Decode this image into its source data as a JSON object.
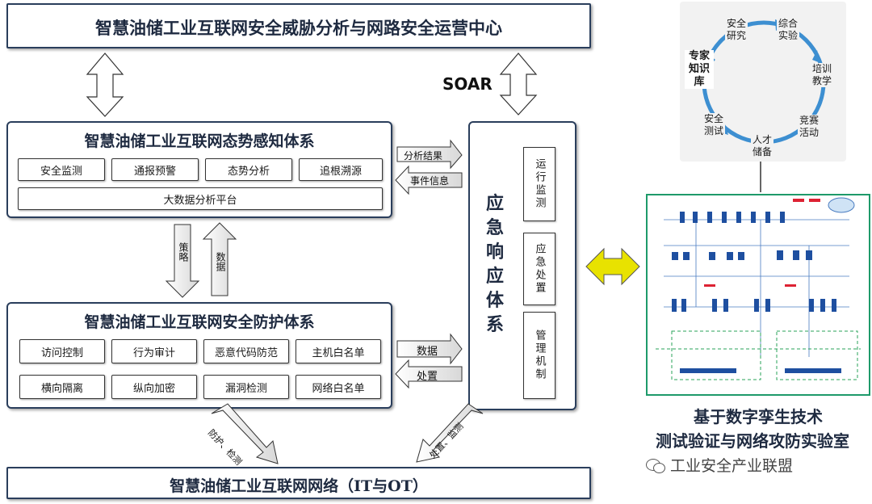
{
  "soc_title": "智慧油储工业互联网安全威胁分析与网路安全运营中心",
  "soar_label": "SOAR",
  "awareness": {
    "title": "智慧油储工业互联网态势感知体系",
    "items": [
      "安全监测",
      "通报预警",
      "态势分析",
      "追根溯源"
    ],
    "platform": "大数据分析平台"
  },
  "protection": {
    "title": "智慧油储工业互联网安全防护体系",
    "row1": [
      "访问控制",
      "行为审计",
      "恶意代码防范",
      "主机白名单"
    ],
    "row2": [
      "横向隔离",
      "纵向加密",
      "漏洞检测",
      "网络白名单"
    ]
  },
  "network_title": "智慧油储工业互联网网络（IT与OT）",
  "response": {
    "title": "应急响应体系",
    "items": [
      "运行监测",
      "应急处置",
      "管理机制"
    ]
  },
  "arrows": {
    "analysis_result": "分析结果",
    "event_info": "事件信息",
    "data": "数据",
    "disposal": "处置",
    "strategy": "策略",
    "data_up": "数据",
    "protect_detect": "防护、检测",
    "disposal_monitor": "处置、监测"
  },
  "cycle": {
    "center": "专家知识库",
    "nodes": [
      "安全研究",
      "综合实验",
      "培训教学",
      "竞赛活动",
      "人才储备",
      "安全测试"
    ]
  },
  "lab": {
    "line1": "基于数字孪生技术",
    "line2": "测试验证与网络攻防实验室"
  },
  "watermark": "工业安全产业联盟",
  "colors": {
    "border": "#2a3e5c",
    "double_arrow": "#e8e200",
    "cycle_arrow": "#3d8fd1",
    "lab_border": "#1e9a6a"
  }
}
